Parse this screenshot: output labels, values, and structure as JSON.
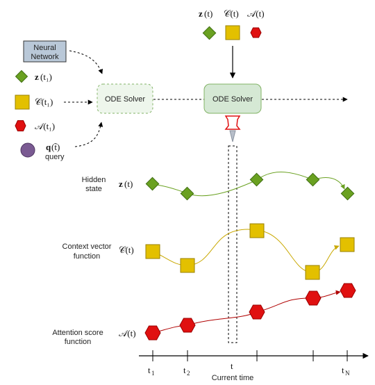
{
  "neural_network": {
    "line1": "Neural",
    "line2": "Network"
  },
  "ode_solver_left": "ODE Solver",
  "ode_solver_right": "ODE Solver",
  "inputs": {
    "z": "z",
    "z_arg": "(t₁)",
    "c": "𝒞(t₁)",
    "a": "𝒜(t₁)",
    "q": "q",
    "q_arg": "(t̃)",
    "query": "query"
  },
  "top_inputs": {
    "z": "z",
    "z_arg": "(t)",
    "c": "𝒞(t)",
    "a": "𝒜(t)"
  },
  "rows": {
    "hidden": {
      "line1": "Hidden",
      "line2": "state",
      "sym": "z",
      "sym_arg": "(t)"
    },
    "context": {
      "line1": "Context vector",
      "line2": "function",
      "sym": "𝒞(t)"
    },
    "attention": {
      "line1": "Attention score",
      "line2": "function",
      "sym": "𝒜(t)"
    }
  },
  "axis": {
    "ticks": [
      "t",
      "t",
      "t",
      "t"
    ],
    "t1": "t",
    "t1_sub": "1",
    "t2": "t",
    "t2_sub": "2",
    "t": "t",
    "tN": "t",
    "tN_sub": "N",
    "caption": "Current time"
  },
  "colors": {
    "green": "#6aa121",
    "yellow": "#e3c000",
    "red": "#e01010",
    "purple": "#7a5a92",
    "box_green_fill": "#d5e8d4",
    "box_green_stroke": "#82b366",
    "nn_fill": "#b9c8d8"
  }
}
